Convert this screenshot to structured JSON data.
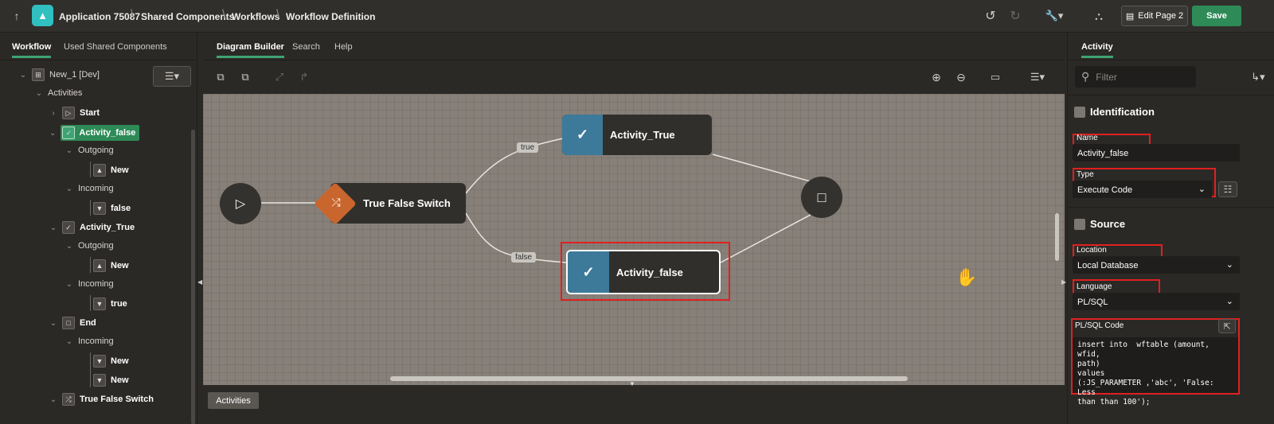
{
  "header": {
    "breadcrumbs": [
      "Application 75087",
      "Shared Components",
      "Workflows",
      "Workflow Definition"
    ],
    "edit_page": "Edit Page 2",
    "save": "Save"
  },
  "left": {
    "tabs": [
      "Workflow",
      "Used Shared Components"
    ],
    "tree": {
      "root": "New_1 [Dev]",
      "activities": "Activities",
      "start": "Start",
      "activity_false": "Activity_false",
      "outgoing": "Outgoing",
      "incoming": "Incoming",
      "new": "New",
      "false": "false",
      "activity_true": "Activity_True",
      "true": "true",
      "end": "End",
      "switch": "True False Switch"
    }
  },
  "center": {
    "tabs": [
      "Diagram Builder",
      "Search",
      "Help"
    ],
    "nodes": {
      "switch": "True False Switch",
      "activity_true": "Activity_True",
      "activity_false": "Activity_false"
    },
    "edges": {
      "true": "true",
      "false": "false"
    },
    "bottom_tab": "Activities"
  },
  "right": {
    "tab": "Activity",
    "filter_placeholder": "Filter",
    "identification": "Identification",
    "name_label": "Name",
    "name_value": "Activity_false",
    "type_label": "Type",
    "type_value": "Execute Code",
    "source": "Source",
    "location_label": "Location",
    "location_value": "Local Database",
    "language_label": "Language",
    "language_value": "PL/SQL",
    "code_label": "PL/SQL Code",
    "code": "insert into  wftable (amount, wfid,\npath)\nvalues\n(:JS_PARAMETER ,'abc', 'False: Less\nthan than 100');"
  },
  "colors": {
    "accent": "#2e8b57",
    "app_icon": "#30c0c0",
    "task": "#3d7a9a",
    "switch": "#c8662e",
    "highlight": "#e02020"
  }
}
